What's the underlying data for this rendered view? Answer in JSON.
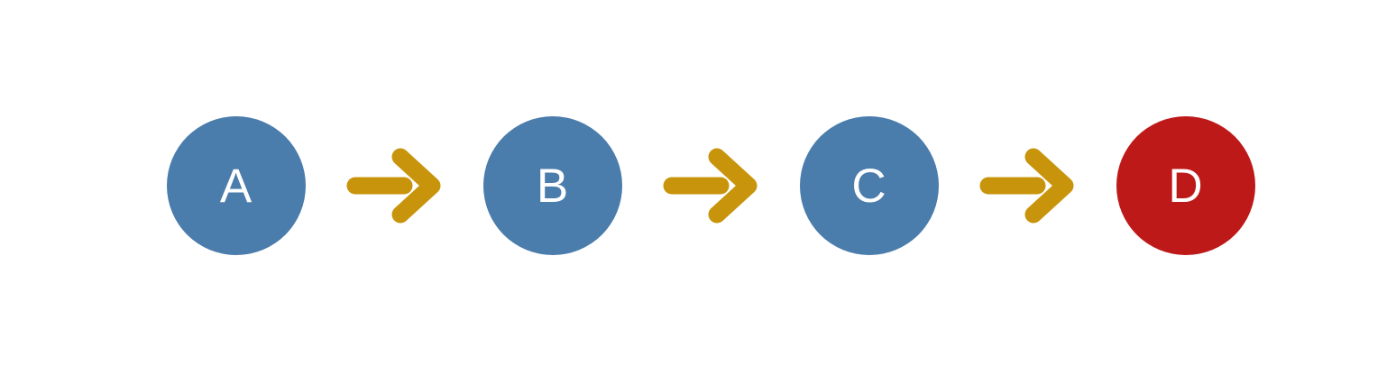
{
  "diagram": {
    "type": "linear-flow",
    "background_color": "#ffffff",
    "node_text_color": "#ffffff",
    "arrow_color": "#C8940B",
    "nodes": [
      {
        "id": "A",
        "label": "A",
        "color": "#4A7CAC"
      },
      {
        "id": "B",
        "label": "B",
        "color": "#4A7CAC"
      },
      {
        "id": "C",
        "label": "C",
        "color": "#4A7CAC"
      },
      {
        "id": "D",
        "label": "D",
        "color": "#BE1919"
      }
    ],
    "arrows": [
      {
        "from": "A",
        "to": "B"
      },
      {
        "from": "B",
        "to": "C"
      },
      {
        "from": "C",
        "to": "D"
      }
    ]
  }
}
